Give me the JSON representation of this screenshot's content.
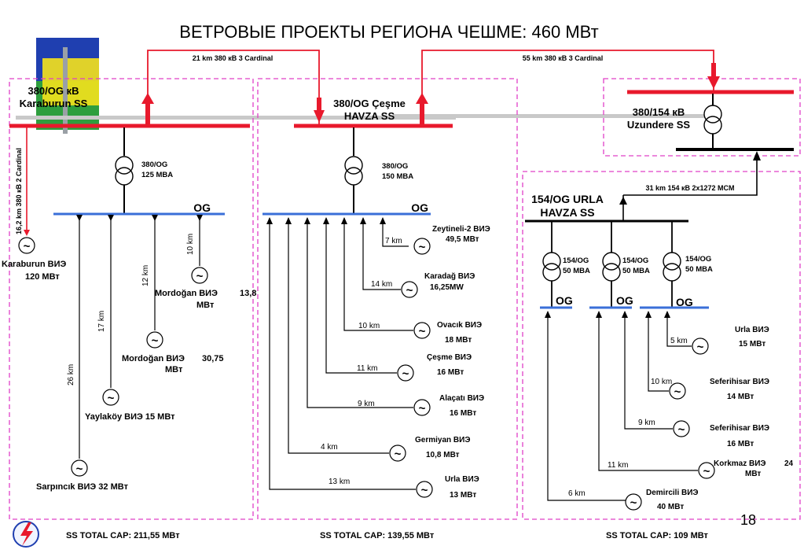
{
  "title": "ВЕТРОВЫЕ ПРОЕКТЫ РЕГИОНА ЧЕШМЕ: 460 МВт",
  "links": {
    "top_left": "21 km 380 кВ 3 Cardinal",
    "top_right": "55 km 380 кВ 3 Cardinal",
    "vertical_left": "16,2  km 380 кВ 2 Cardinal",
    "urla_uzundere": "31 km 154 кВ 2x1272 MCM"
  },
  "substations": {
    "karaburun": [
      "380/OG кВ",
      "Karaburun SS"
    ],
    "havza": [
      "380/OG Çeşme",
      "HAVZA SS"
    ],
    "uzundere": [
      "380/154 кВ",
      "Uzundere SS"
    ],
    "urla": [
      "154/OG URLA",
      "HAVZA SS"
    ]
  },
  "transformers": {
    "karaburun": [
      "380/OG",
      "125 MBA"
    ],
    "havza": [
      "380/OG",
      "150 MBA"
    ],
    "urla_1": [
      "154/OG",
      "50 MBA"
    ],
    "urla_2": [
      "154/OG",
      "50 MBA"
    ],
    "urla_3": [
      "154/OG",
      "50 MBA"
    ]
  },
  "og_labels": {
    "karaburun": "OG",
    "havza": "OG",
    "urla_1": "OG",
    "urla_2": "OG",
    "urla_3": "OG"
  },
  "karaburun_plants": {
    "karaburun": {
      "name": "Karaburun    ВИЭ",
      "cap": "120 МВт"
    },
    "mordogan_small": {
      "name": "Mordoğan ВИЭ",
      "cap_inline": "13,8",
      "cap": "МВт",
      "km": "10 km"
    },
    "mordogan_big": {
      "name": "Mordoğan ВИЭ",
      "cap_inline": "30,75",
      "cap": "МВт",
      "km": "12  km"
    },
    "yaylakoy": {
      "label": "Yaylaköy ВИЭ 15 МВт",
      "km": "17 km"
    },
    "sarpincik": {
      "label": "Sarpıncık ВИЭ 32 МВт",
      "km": "26 km"
    }
  },
  "havza_plants": [
    {
      "name": "Zeytineli-2 ВИЭ",
      "cap": "49,5 МВт",
      "km": "7 km"
    },
    {
      "name": "Karadağ ВИЭ",
      "cap": "16,25MW",
      "km": "14 km"
    },
    {
      "name": "Ovacık ВИЭ",
      "cap": "18 МВт",
      "km": "10 km"
    },
    {
      "name": "Çeşme ВИЭ",
      "cap": "16 МВт",
      "km": "11 km"
    },
    {
      "name": "Alaçatı ВИЭ",
      "cap": "16 МВт",
      "km": "9 km"
    },
    {
      "name": "Germiyan ВИЭ",
      "cap": "10,8 МВт",
      "km": "4 km"
    },
    {
      "name": "Urla ВИЭ",
      "cap": "13 МВт",
      "km": "13 km"
    }
  ],
  "urla_plants": [
    {
      "name": "Urla ВИЭ",
      "cap": "15 МВт",
      "km": "5 km"
    },
    {
      "name": "Seferihisar ВИЭ",
      "cap": "14 МВт",
      "km": "10 km"
    },
    {
      "name": "Seferihisar ВИЭ",
      "cap": "16 МВт",
      "km": "9 km"
    },
    {
      "name": "Korkmaz ВИЭ",
      "cap_inline": "24",
      "cap": "МВт",
      "km": "11 km"
    },
    {
      "name": "Demircili ВИЭ",
      "cap": "40 МВт",
      "km": "6 km"
    }
  ],
  "totals": {
    "karaburun": "SS TOTAL CAP: 211,55 МВт",
    "havza": "SS TOTAL CAP: 139,55 МВт",
    "urla": "SS TOTAL CAP: 109 МВт"
  },
  "page_number": "18",
  "generator_symbol": "~",
  "colors": {
    "hv_bus": "#e8192c",
    "og_bus": "#3a6fd8",
    "black_bus": "#000000",
    "dashed_box": "#e040c8",
    "arrow_red": "#e8192c",
    "logo_yellow": "#f5e21c",
    "logo_blue": "#1f3fb0",
    "logo_green": "#2e9e3e"
  }
}
